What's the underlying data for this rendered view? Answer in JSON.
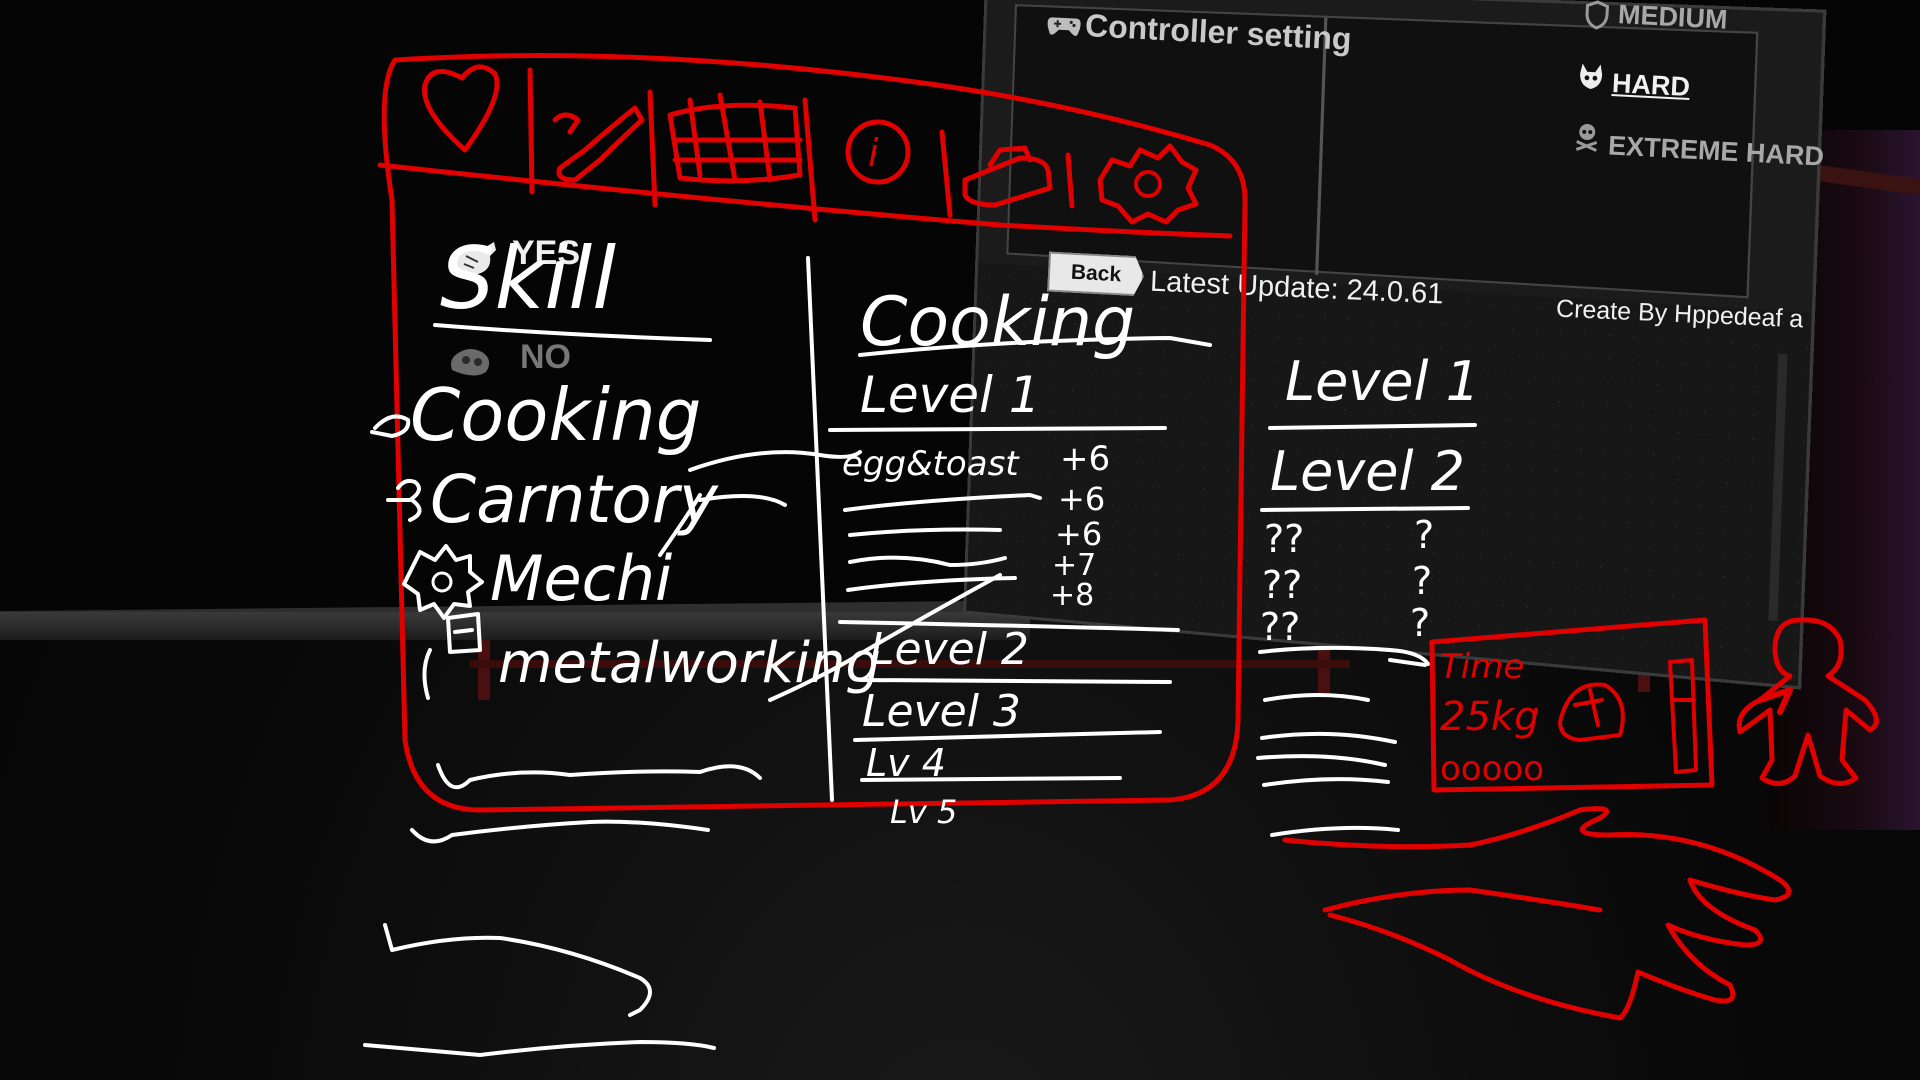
{
  "background": {
    "menu": {
      "controller_setting": "Controller setting",
      "difficulty": [
        "MEDIUM",
        "HARD",
        "EXTREME HARD"
      ],
      "back_label": "Back",
      "latest_update": "Latest Update: 24.0.61",
      "create_by": "Create By Hppedeaf a"
    },
    "dialog": {
      "yes_label": "YES",
      "no_label": "NO"
    }
  },
  "sketch": {
    "tabs": [
      {
        "icon": "heart-icon"
      },
      {
        "icon": "wrench-icon"
      },
      {
        "icon": "crafting-bench-icon"
      },
      {
        "icon": "info-icon",
        "label": "i"
      },
      {
        "icon": "toolbox-icon"
      },
      {
        "icon": "gear-icon"
      }
    ],
    "skills_panel": {
      "title": "Skill",
      "items": [
        "Cooking",
        "Carntory",
        "Mechi",
        "metalworking"
      ]
    },
    "detail_panel": {
      "title": "Cooking",
      "level1_heading": "Level 1",
      "level1_rows": [
        {
          "name": "egg&toast",
          "bonus": "+6"
        },
        {
          "name": "",
          "bonus": "+6"
        },
        {
          "name": "",
          "bonus": "+6"
        },
        {
          "name": "",
          "bonus": "+7"
        },
        {
          "name": "",
          "bonus": "+8"
        }
      ],
      "other_levels": [
        "Level 2",
        "Level 3",
        "Lv 4",
        "Lv 5"
      ]
    },
    "side_panel": {
      "headings": [
        "Level 1",
        "Level 2"
      ],
      "unknown_rows": [
        {
          "left": "??",
          "right": "?"
        },
        {
          "left": "??",
          "right": "?"
        },
        {
          "left": "??",
          "right": "?"
        }
      ]
    },
    "status_box": {
      "time_label": "Time",
      "weight_label": "25kg",
      "dots": "ooooo"
    },
    "colors": {
      "sketch_red": "#e00000",
      "sketch_white": "#ffffff",
      "background": "#070707"
    }
  }
}
